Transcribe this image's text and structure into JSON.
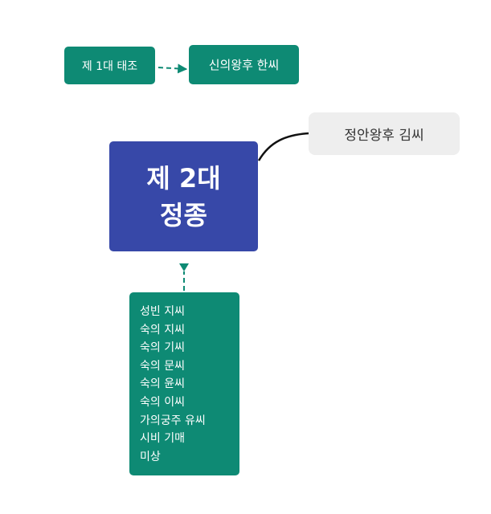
{
  "nodes": {
    "taejo": "제 1대 태조",
    "sinui": "신의왕후 한씨",
    "jeongjong": [
      "제 2대",
      "정종"
    ],
    "jeongan": "정안왕후 김씨",
    "consorts": [
      "성빈 지씨",
      "숙의 지씨",
      "숙의 기씨",
      "숙의 문씨",
      "숙의 윤씨",
      "숙의 이씨",
      "가의궁주 유씨",
      "시비 기매",
      "미상"
    ]
  },
  "colors": {
    "teal": "#0e8a74",
    "indigo": "#3748a8",
    "grey": "#eeeeee",
    "connector": "#111111"
  }
}
